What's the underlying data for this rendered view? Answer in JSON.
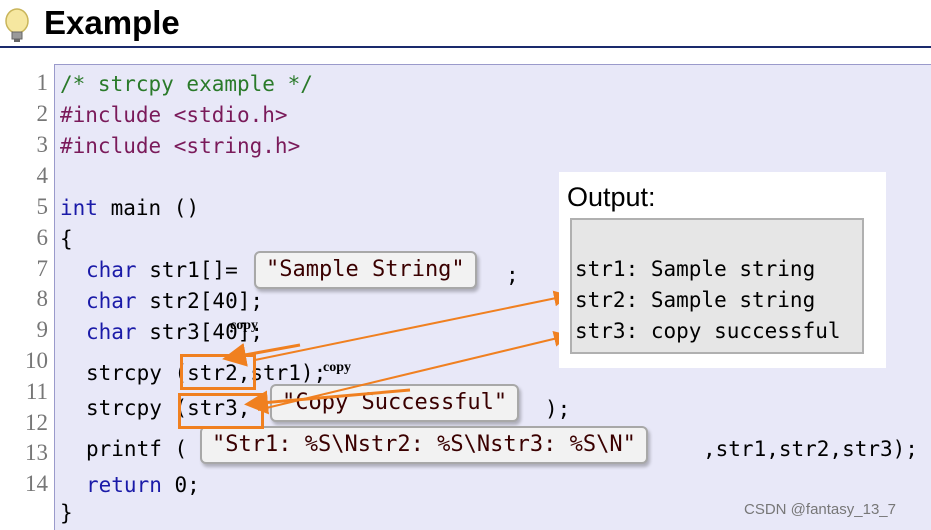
{
  "header": {
    "title": "Example",
    "icon": "lightbulb-icon"
  },
  "code_lines": [
    {
      "n": "1",
      "text": "/* strcpy example */"
    },
    {
      "n": "2",
      "text": "#include <stdio.h>"
    },
    {
      "n": "3",
      "text": "#include <string.h>"
    },
    {
      "n": "4",
      "text": ""
    },
    {
      "n": "5",
      "kw": "int",
      "text": " main ()"
    },
    {
      "n": "6",
      "text": "{"
    },
    {
      "n": "7",
      "kw": "char",
      "text": " str1[]=",
      "tail": ";"
    },
    {
      "n": "8",
      "kw": "char",
      "text": " str2[40];"
    },
    {
      "n": "9",
      "kw": "char",
      "text": " str3[40];"
    },
    {
      "n": "10",
      "text": "strcpy (str2,str1);"
    },
    {
      "n": "11",
      "text": "strcpy (str3,",
      "tail": ");"
    },
    {
      "n": "12",
      "text": ""
    },
    {
      "n": "13",
      "text": "printf (",
      "tail": ",str1,str2,str3);"
    },
    {
      "n": "14",
      "kw": "return",
      "text": " 0;"
    },
    {
      "n": "",
      "text": "}"
    }
  ],
  "callouts": {
    "sample": "\"Sample String\"",
    "copy": "\"Copy Successful\"",
    "printf": "\"Str1: %S\\Nstr2: %S\\Nstr3: %S\\N\""
  },
  "annotations": {
    "copy1": "copy",
    "copy2": "copy"
  },
  "output": {
    "title": "Output:",
    "lines": [
      "str1: Sample string",
      "str2: Sample string",
      "str3: copy successful"
    ]
  },
  "watermark": "CSDN @fantasy_13_7",
  "colors": {
    "accent": "#f08020",
    "code_bg": "#e8e8f8",
    "rule": "#1a2a6c"
  }
}
